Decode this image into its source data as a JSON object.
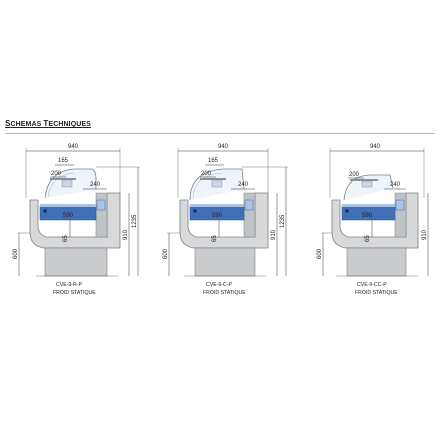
{
  "section": {
    "title_first": "S",
    "title_small_1": "CHEMAS ",
    "title_second": "T",
    "title_small_2": "ECHNIQUES"
  },
  "units": [
    {
      "model": "CVE-9-R-P",
      "type": "FROID STATIQUE",
      "width": "940",
      "top_depth": "165",
      "shelf_depth": "200",
      "rear_depth": "240",
      "tray_depth": "590",
      "base_height": "600",
      "cabinet_height": "910",
      "total_height": "1235",
      "inner_height": "65"
    },
    {
      "model": "CVE-9-C-P",
      "type": "FROID STATIQUE",
      "width": "940",
      "top_depth": "165",
      "shelf_depth": "200",
      "rear_depth": "240",
      "tray_depth": "590",
      "base_height": "600",
      "cabinet_height": "910",
      "total_height": "1235",
      "inner_height": "65"
    },
    {
      "model": "CVE-9-CC-P",
      "type": "FROID STATIQUE",
      "width": "940",
      "top_depth": "",
      "shelf_depth": "200",
      "rear_depth": "240",
      "tray_depth": "590",
      "base_height": "600",
      "cabinet_height": "910",
      "total_height": "",
      "inner_height": "65"
    }
  ],
  "colors": {
    "cabinet_fill": "#d6d8da",
    "cabinet_stroke": "#7d8185",
    "tray_blue": "#3f6fb6",
    "tray_light": "#a9c4e6",
    "glass": "#cfe0ef",
    "base_fill": "#c9cbcd"
  }
}
